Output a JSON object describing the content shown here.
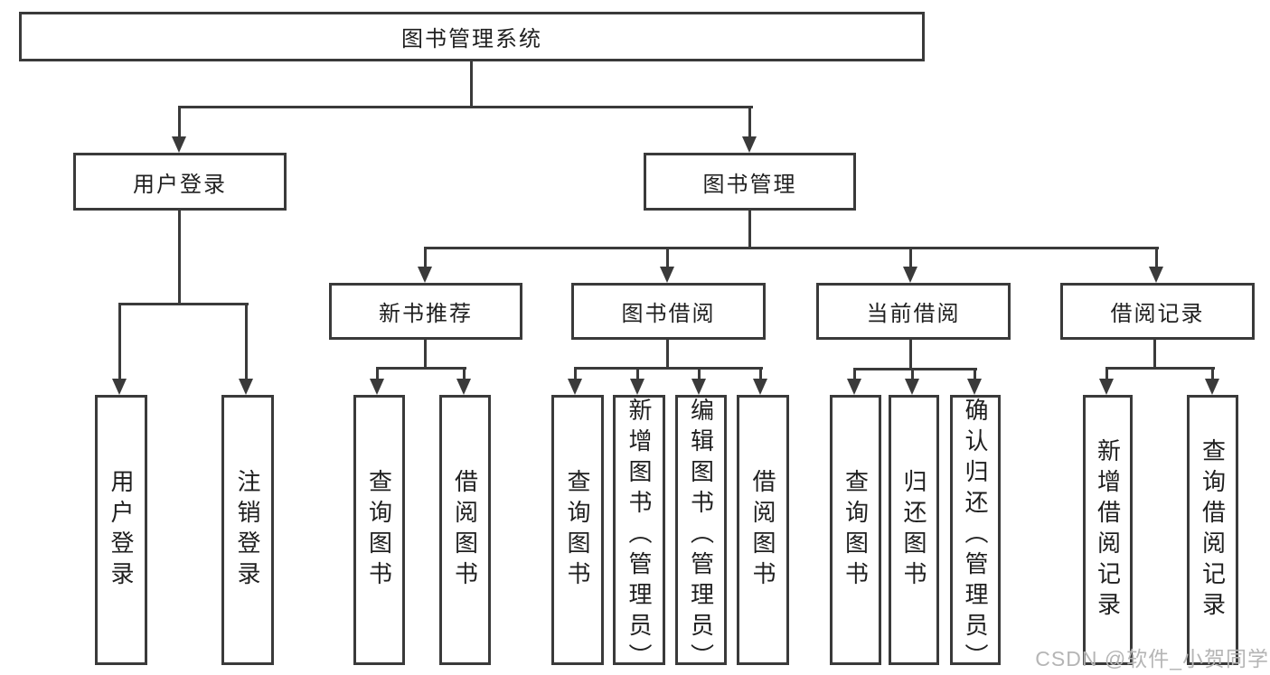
{
  "diagram": {
    "root": {
      "label": "图书管理系统"
    },
    "branches": {
      "user_login": {
        "label": "用户登录",
        "children": [
          "用户登录",
          "注销登录"
        ]
      },
      "book_mgmt": {
        "label": "图书管理"
      }
    },
    "modules": [
      {
        "label": "新书推荐",
        "children": [
          "查询图书",
          "借阅图书"
        ]
      },
      {
        "label": "图书借阅",
        "children": [
          "查询图书",
          "新增图书（管理员）",
          "编辑图书（管理员）",
          "借阅图书"
        ]
      },
      {
        "label": "当前借阅",
        "children": [
          "查询图书",
          "归还图书",
          "确认归还（管理员）"
        ]
      },
      {
        "label": "借阅记录",
        "children": [
          "新增借阅记录",
          "查询借阅记录"
        ]
      }
    ],
    "watermark": "CSDN @软件_小贺同学",
    "colors": {
      "line": "#3a3a3a",
      "text": "#1f1f1f",
      "watermark": "#b5b5b5",
      "background": "#ffffff"
    }
  }
}
